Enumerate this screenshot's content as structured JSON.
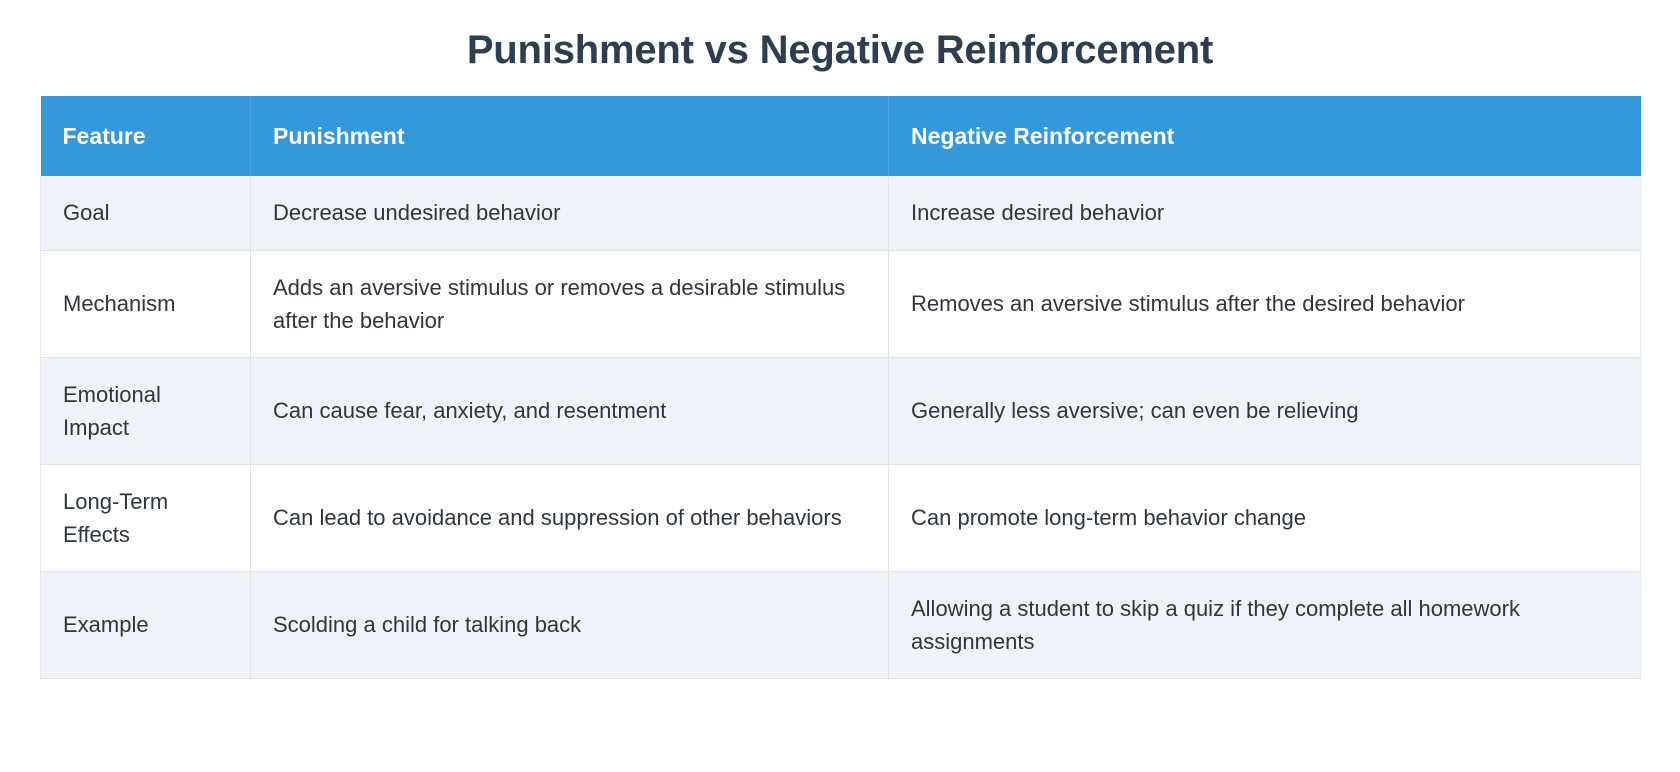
{
  "document": {
    "title": "Punishment vs Negative Reinforcement"
  },
  "colors": {
    "header_background": "#3498db",
    "header_text": "#ffffff",
    "title_text": "#2c3e50",
    "body_text": "#2f3640",
    "row_striped_background": "#eff2f7",
    "row_plain_background": "#ffffff",
    "border": "#dfe3e8"
  },
  "table": {
    "columns": [
      {
        "key": "feature",
        "label": "Feature"
      },
      {
        "key": "punishment",
        "label": "Punishment"
      },
      {
        "key": "negative_reinforcement",
        "label": "Negative Reinforcement"
      }
    ],
    "rows": [
      {
        "feature": "Goal",
        "punishment": "Decrease undesired behavior",
        "negative_reinforcement": "Increase desired behavior"
      },
      {
        "feature": "Mechanism",
        "punishment": "Adds an aversive stimulus or removes a desirable stimulus after the behavior",
        "negative_reinforcement": "Removes an aversive stimulus after the desired behavior"
      },
      {
        "feature": "Emotional Impact",
        "punishment": "Can cause fear, anxiety, and resentment",
        "negative_reinforcement": "Generally less aversive; can even be relieving"
      },
      {
        "feature": "Long-Term Effects",
        "punishment": "Can lead to avoidance and suppression of other behaviors",
        "negative_reinforcement": "Can promote long-term behavior change"
      },
      {
        "feature": "Example",
        "punishment": "Scolding a child for talking back",
        "negative_reinforcement": "Allowing a student to skip a quiz if they complete all homework assignments"
      }
    ]
  }
}
